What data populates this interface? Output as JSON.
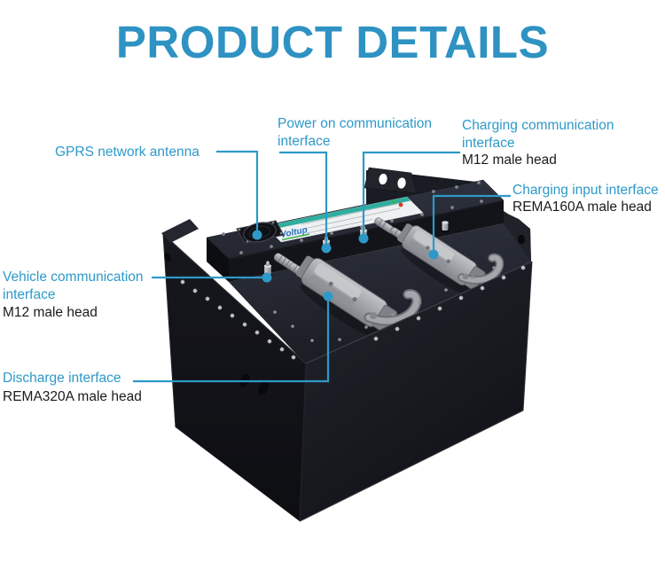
{
  "title": "PRODUCT DETAILS",
  "theme": {
    "title_blue": "#2E92C2",
    "accent_blue": "#2E99C8",
    "body_black": "#1B1B1B",
    "box_black": "#16171C",
    "connector_gray": "#A4A6AB",
    "label_teal_band": "#2FAE9E",
    "brand_blue": "#1F6FC4",
    "brand_green": "#3FAE4C",
    "label_red_dot": "#D93A28"
  },
  "callouts": {
    "gprs": {
      "line1": "GPRS network antenna"
    },
    "power_on": {
      "line1": "Power on communication",
      "line2": "interface"
    },
    "charging_comm": {
      "line1": "Charging communication",
      "line2": "interface",
      "sub": "M12 male head"
    },
    "charging_input": {
      "line1": "Charging input interface",
      "sub": "REMA160A male head"
    },
    "vehicle_comm": {
      "line1": "Vehicle communication",
      "line2": "interface",
      "sub": "M12 male head"
    },
    "discharge": {
      "line1": "Discharge interface",
      "sub": "REMA320A male head"
    }
  },
  "battery": {
    "brand": "Voltup"
  }
}
